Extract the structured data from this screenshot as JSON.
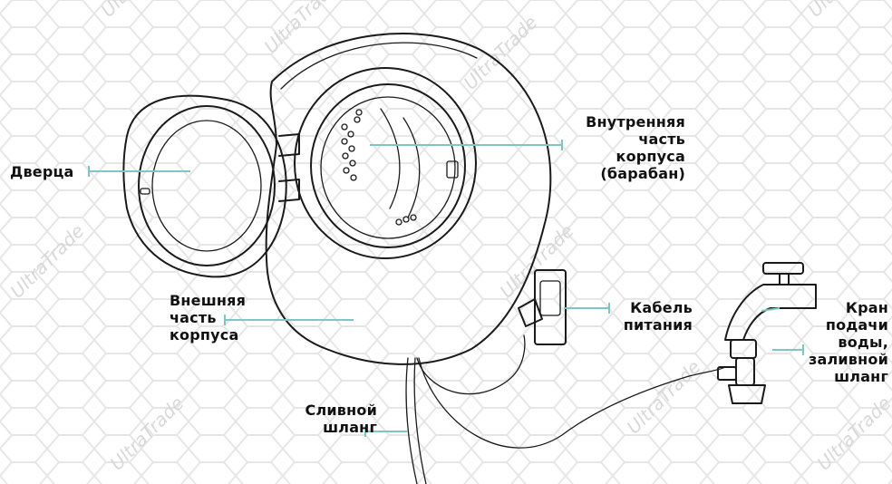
{
  "labels": {
    "door": "Дверца",
    "inner": [
      "Внутренняя",
      "часть",
      "корпуса",
      "(барабан)"
    ],
    "outer": [
      "Внешняя",
      "часть",
      "корпуса"
    ],
    "cable": [
      "Кабель",
      "питания"
    ],
    "tap": [
      "Кран",
      "подачи",
      "воды,",
      "заливной",
      "шланг"
    ],
    "drain": [
      "Сливной",
      "шланг"
    ]
  },
  "watermark": "UltraTrade",
  "colors": {
    "leader": "#7cc7c4",
    "ink": "#1a1a1a",
    "hex": "#e6e6e6"
  }
}
